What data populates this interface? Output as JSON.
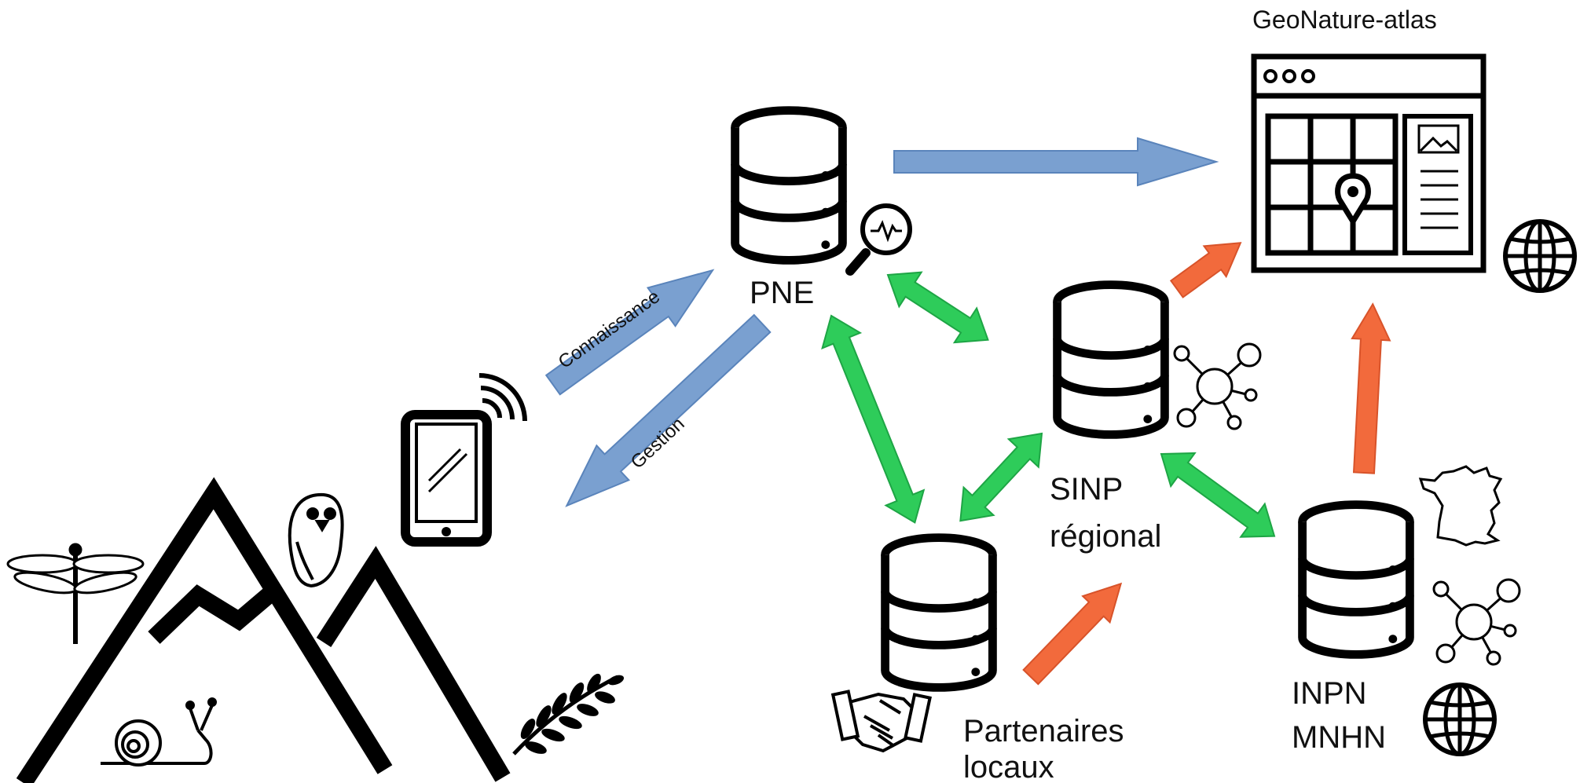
{
  "nodes": {
    "pne": {
      "label": "PNE"
    },
    "sinp": {
      "label_line1": "SINP",
      "label_line2": "régional"
    },
    "partenaires": {
      "label_line1": "Partenaires",
      "label_line2": "locaux"
    },
    "inpn": {
      "label_line1": "INPN",
      "label_line2": "MNHN"
    },
    "atlas": {
      "label": "GeoNature-atlas"
    }
  },
  "flows": {
    "connaissance": "Connaissance",
    "gestion": "Gestion"
  },
  "colors": {
    "blue_arrow": "#7aa0d0",
    "green_arrow": "#2ecc5a",
    "orange_arrow": "#f26a3c",
    "ink": "#000000"
  },
  "icons": [
    "database-icon",
    "magnifier-icon",
    "network-icon",
    "globe-icon",
    "browser-map-icon",
    "smartphone-icon",
    "mountain-icon",
    "handshake-icon",
    "france-map-icon",
    "dragonfly-icon",
    "owl-icon",
    "snail-icon",
    "fern-icon"
  ]
}
